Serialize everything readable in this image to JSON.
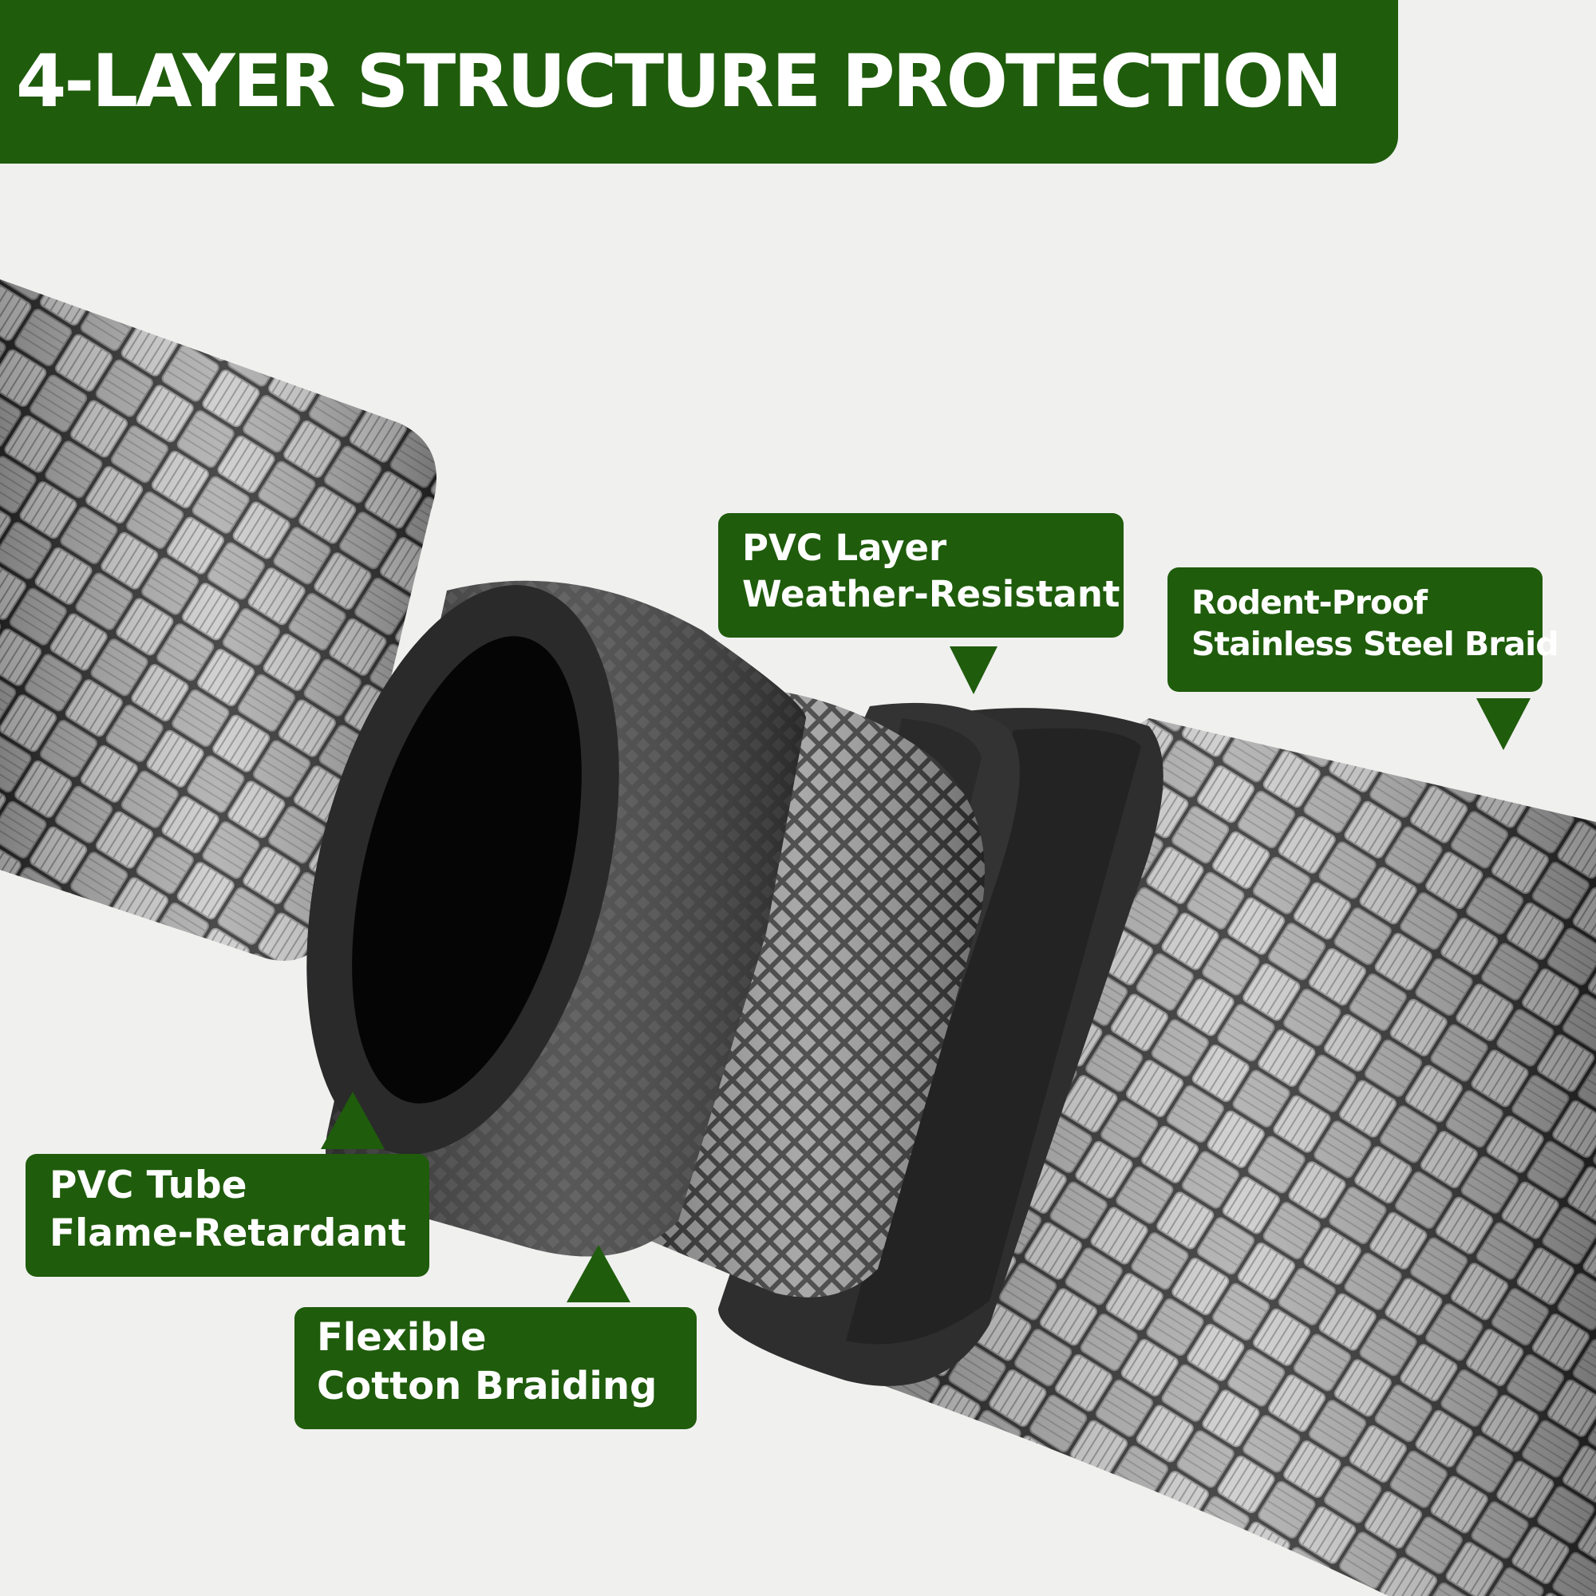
{
  "banner": {
    "title": "4-LAYER STRUCTURE PROTECTION"
  },
  "callouts": {
    "pvc_layer": {
      "line1": "PVC Layer",
      "line2": "Weather-Resistant"
    },
    "steel_braid": {
      "line1": "Rodent-Proof",
      "line2": "Stainless Steel Braid"
    },
    "pvc_tube": {
      "line1": "PVC Tube",
      "line2": "Flame-Retardant"
    },
    "cotton_braiding": {
      "line1": "Flexible",
      "line2": "Cotton Braiding"
    }
  },
  "colors": {
    "brand_green": "#1f5c0c",
    "background": "#f0f0ef",
    "steel": "#b9b9b9",
    "pvc_black": "#2b2b2b"
  }
}
